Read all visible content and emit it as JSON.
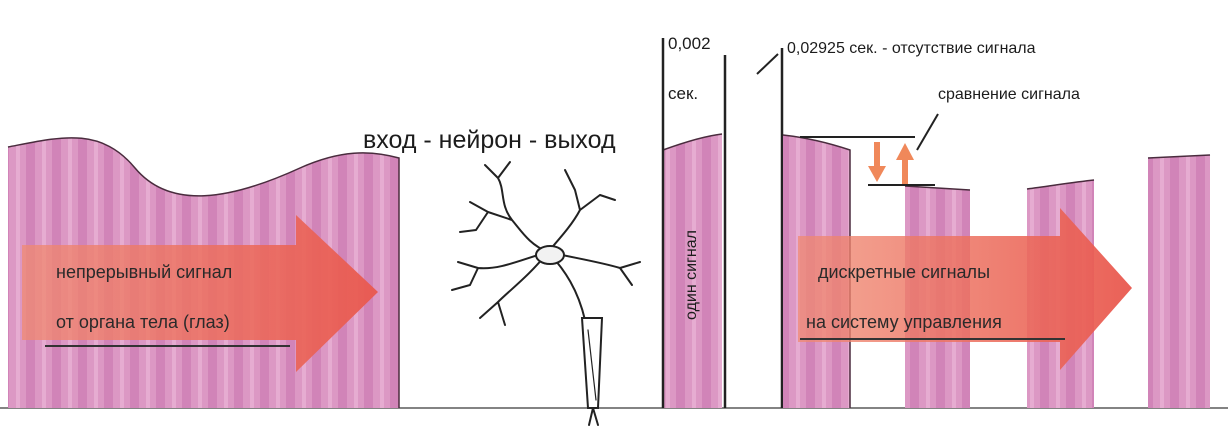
{
  "labels": {
    "neuron_flow": "вход - нейрон - выход",
    "continuous_line1": "непрерывный сигнал",
    "continuous_line2": "от органа тела (глаз)",
    "pulse_duration": "0,002",
    "pulse_unit": "сек.",
    "gap_duration": "0,02925 сек. - отсутствие сигнала",
    "comparison": "сравнение сигнала",
    "single_signal": "один сигнал",
    "discrete_line1": "дискретные сигналы",
    "discrete_line2": "на систему управления"
  },
  "colors": {
    "signal_fill": "#d992c0",
    "signal_stripe": "#c46aa8",
    "arrow": "#ee6a5e",
    "comparison_arrow": "#f0885a",
    "ink": "#1c1c1c"
  },
  "icons": [
    "neuron-icon",
    "continuous-arrow-icon",
    "discrete-arrow-icon",
    "comparison-arrows-icon"
  ]
}
